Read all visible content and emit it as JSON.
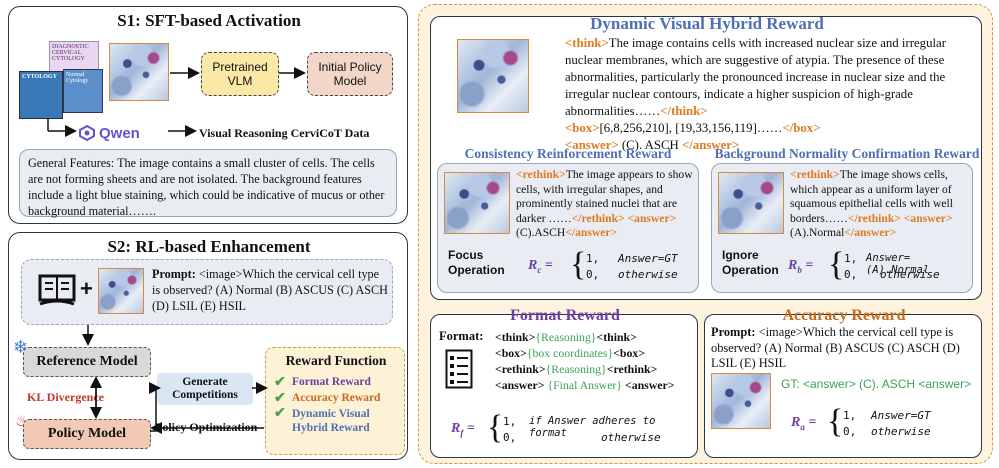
{
  "s1": {
    "title": "S1: SFT-based Activation",
    "book_labels": [
      "DIAGNOSTIC CERVICAL CYTOLOGY",
      "Normal Cytology",
      "CYTOLOGY"
    ],
    "pretrained": "Pretrained VLM",
    "initial_policy": "Initial Policy Model",
    "qwen": "Qwen",
    "cervicot": "Visual Reasoning CerviCoT Data",
    "general_features": "General Features: The image contains a small cluster of cells. The cells are not forming sheets and are not isolated. The background features include a light blue staining, which could be indicative of mucus or other background material……."
  },
  "s2": {
    "title": "S2: RL-based Enhancement",
    "prompt_label": "Prompt:",
    "prompt_text": "<image>Which the cervical cell type is observed? (A) Normal (B) ASCUS (C) ASCH (D) LSIL (E) HSIL",
    "reference_model": "Reference Model",
    "kl": "KL Divergence",
    "policy_model": "Policy Model",
    "generate": "Generate Competitions",
    "policy_opt": "Policy Optimization",
    "reward_fn": "Reward Function",
    "rewards": [
      "Format Reward",
      "Accuracy Reward",
      "Dynamic Visual Hybrid Reward"
    ],
    "reward_colors": [
      "#6b3fa0",
      "#c86a1a",
      "#4d6fb3"
    ]
  },
  "dvhr": {
    "title": "Dynamic Visual Hybrid Reward",
    "think_open": "<think>",
    "think_text": "The image contains cells with increased nuclear size and irregular nuclear membranes, which are suggestive of atypia. The presence of these abnormalities, particularly the pronounced increase in nuclear size and the irregular nuclear contours, indicate a higher suspicion of high-grade abnormalities……",
    "think_close": "</think>",
    "box_open": "<box>",
    "box_text": "[6,8,256,210], [19,33,156,119]……",
    "box_close": "</box>",
    "answer_open": "<answer>",
    "answer_text": " (C). ASCH ",
    "answer_close": "</answer>"
  },
  "consistency": {
    "title": "Consistency Reinforcement Reward",
    "rethink_open": "<rethink>",
    "rethink_text": "The image appears to show cells, with irregular shapes, and prominently stained nuclei that are darker ……",
    "rethink_close": "</rethink>",
    "answer_open": "<answer>",
    "answer_text": "(C).ASCH",
    "answer_close": "</answer>",
    "op_label": "Focus Operation",
    "r_sym": "R",
    "r_sub": "c",
    "case1_val": "1,",
    "case1_cond": "Answer=GT",
    "case2_val": "0,",
    "case2_cond": "otherwise"
  },
  "background": {
    "title": "Background Normality Confirmation Reward",
    "rethink_open": "<rethink>",
    "rethink_text": "The image shows cells, which appear as a uniform layer of squamous epithelial cells with well borders……",
    "rethink_close": "</rethink>",
    "answer_open": "<answer>",
    "answer_text": "(A).Normal",
    "answer_close": "</answer>",
    "op_label": "Ignore Operation",
    "r_sym": "R",
    "r_sub": "b",
    "case1_val": "1,",
    "case1_cond": "Answer=(A).Normal",
    "case2_val": "0,",
    "case2_cond": "otherwise"
  },
  "format": {
    "title": "Format Reward",
    "label": "Format:",
    "lines": [
      {
        "open": "<think>",
        "inner": "{Reasoning}",
        "close": "<think>"
      },
      {
        "open": "<box>",
        "inner": "{box coordinates}",
        "close": "<box>"
      },
      {
        "open": "<rethink>",
        "inner": "{Reasoning}",
        "close": "<rethink>"
      },
      {
        "open": "<answer>",
        "inner": "{Final Answer}",
        "close": "<answer>"
      }
    ],
    "r_sym": "R",
    "r_sub": "f",
    "case1_val": "1,",
    "case1_cond": "if Answer adheres to format",
    "case2_val": "0,",
    "case2_cond": "otherwise"
  },
  "accuracy": {
    "title": "Accuracy Reward",
    "prompt_label": "Prompt:",
    "prompt_text": "<image>Which the cervical cell type is observed? (A) Normal (B) ASCUS (C) ASCH (D) LSIL (E) HSIL",
    "gt": "GT: <answer> (C). ASCH <answer>",
    "r_sym": "R",
    "r_sub": "a",
    "case1_val": "1,",
    "case1_cond": "Answer=GT",
    "case2_val": "0,",
    "case2_cond": "otherwise"
  }
}
